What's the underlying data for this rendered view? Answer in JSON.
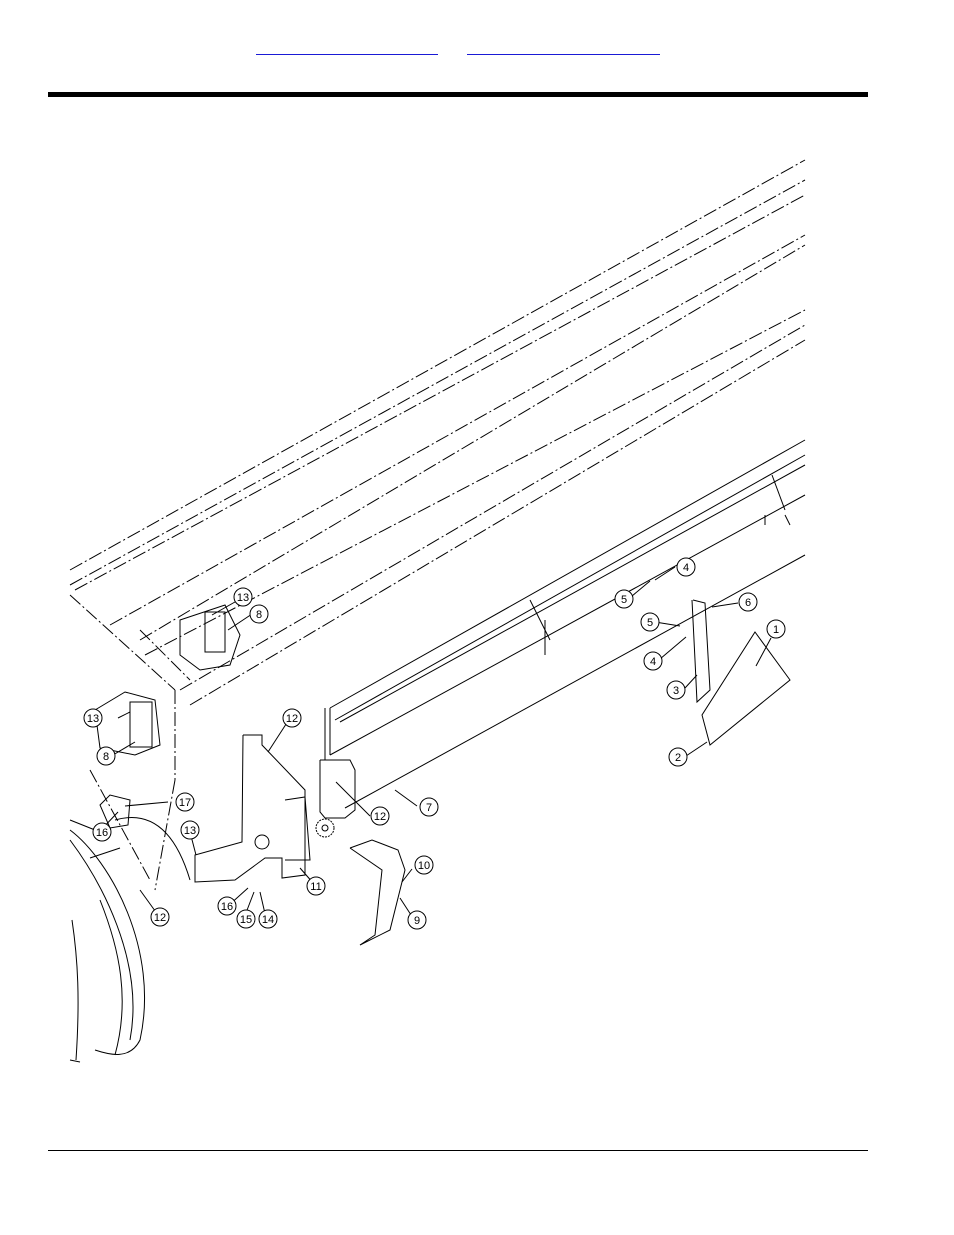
{
  "header": {
    "links": [
      {
        "label": ""
      },
      {
        "label": ""
      }
    ]
  },
  "callouts": [
    {
      "id": "c1",
      "label": "1"
    },
    {
      "id": "c2",
      "label": "2"
    },
    {
      "id": "c3",
      "label": "3"
    },
    {
      "id": "c4a",
      "label": "4"
    },
    {
      "id": "c4b",
      "label": "4"
    },
    {
      "id": "c5a",
      "label": "5"
    },
    {
      "id": "c5b",
      "label": "5"
    },
    {
      "id": "c6",
      "label": "6"
    },
    {
      "id": "c7",
      "label": "7"
    },
    {
      "id": "c8a",
      "label": "8"
    },
    {
      "id": "c8b",
      "label": "8"
    },
    {
      "id": "c9",
      "label": "9"
    },
    {
      "id": "c10",
      "label": "10"
    },
    {
      "id": "c11",
      "label": "11"
    },
    {
      "id": "c12a",
      "label": "12"
    },
    {
      "id": "c12b",
      "label": "12"
    },
    {
      "id": "c12c",
      "label": "12"
    },
    {
      "id": "c13a",
      "label": "13"
    },
    {
      "id": "c13b",
      "label": "13"
    },
    {
      "id": "c13c",
      "label": "13"
    },
    {
      "id": "c14",
      "label": "14"
    },
    {
      "id": "c15",
      "label": "15"
    },
    {
      "id": "c16a",
      "label": "16"
    },
    {
      "id": "c16b",
      "label": "16"
    },
    {
      "id": "c17",
      "label": "17"
    }
  ]
}
